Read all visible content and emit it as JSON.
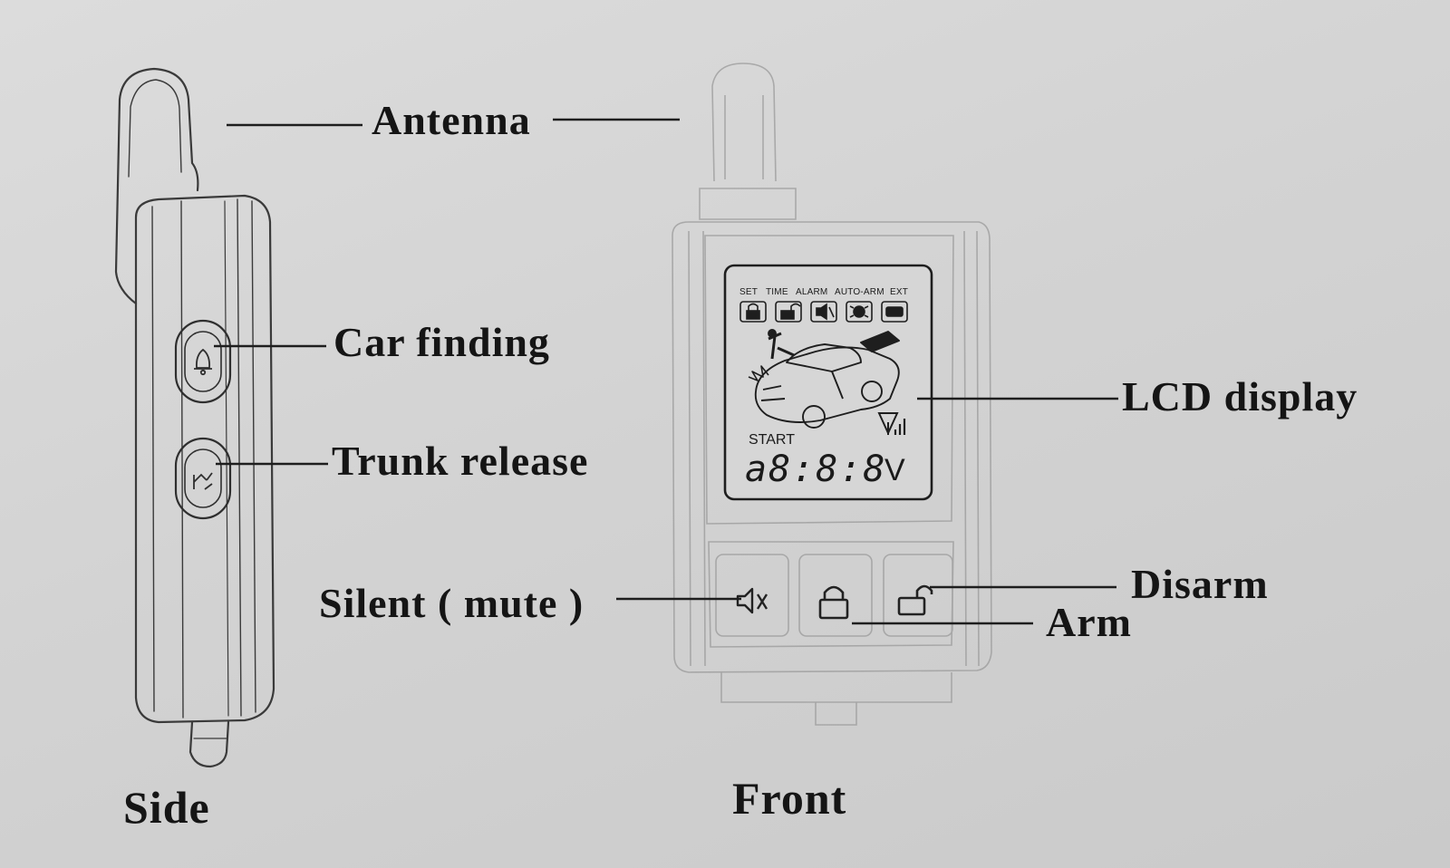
{
  "labels": {
    "antenna": "Antenna",
    "car_finding": "Car finding",
    "trunk_release": "Trunk release",
    "silent_mute": "Silent ( mute )",
    "lcd_display": "LCD display",
    "disarm": "Disarm",
    "arm": "Arm"
  },
  "captions": {
    "side": "Side",
    "front": "Front"
  },
  "lcd": {
    "indicators": [
      "SET",
      "TIME",
      "ALARM",
      "AUTO-ARM",
      "EXT"
    ],
    "start": "START",
    "digits": "a8:8:8",
    "volt_unit": "V"
  },
  "icons": {
    "car_finding_button": "bell-icon",
    "trunk_release_button": "trunk-car-icon",
    "silent_button": "speaker-mute-icon",
    "arm_button": "lock-closed-icon",
    "disarm_button": "lock-open-icon",
    "signal": "antenna-signal-icon"
  }
}
